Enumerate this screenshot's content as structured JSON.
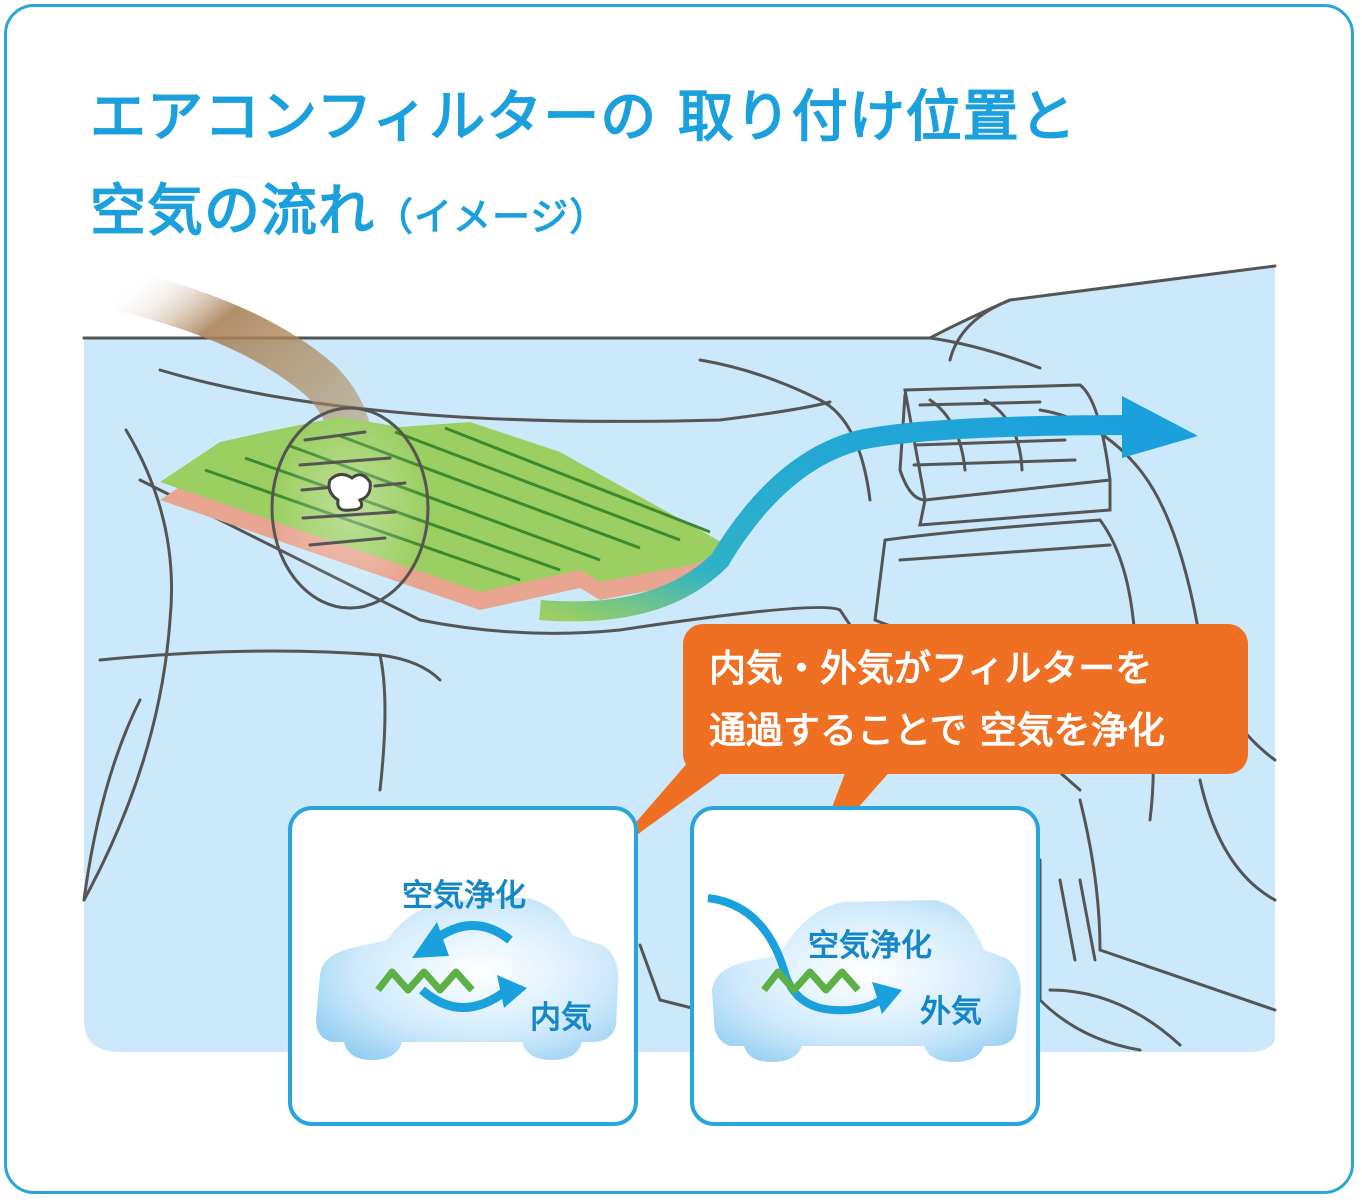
{
  "title": {
    "line1": "エアコンフィルターの 取り付け位置と",
    "line2_main": "空気の流れ",
    "line2_note": "（イメージ）"
  },
  "callout": {
    "line1": "内気・外気がフィルターを",
    "line2": "通過することで 空気を浄化"
  },
  "panels": [
    {
      "title": "空気浄化",
      "mode": "内気"
    },
    {
      "title": "空気浄化",
      "mode": "外気"
    }
  ],
  "colors": {
    "accent": "#1aa0dc",
    "callout": "#ef6f23",
    "interior": "#cbe9fa",
    "filter_green": "#9bcf62",
    "filter_pink": "#e8a590",
    "airflow": "#1aa0dc",
    "outline": "#555555"
  }
}
